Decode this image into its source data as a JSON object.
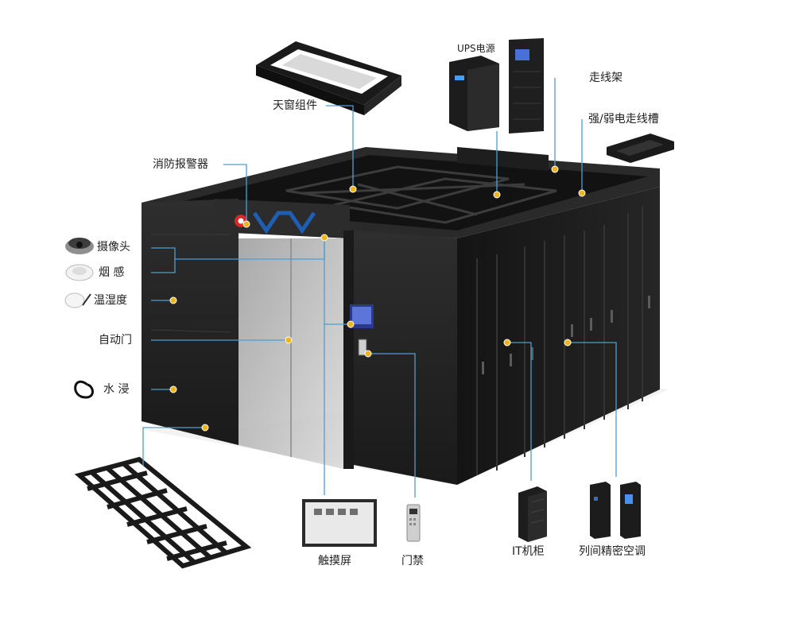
{
  "labels": {
    "ups": "UPS电源",
    "cable_tray": "走线架",
    "skylight": "天窗组件",
    "trunking": "强/弱电走线槽",
    "fire_alarm": "消防报警器",
    "camera": "摄像头",
    "smoke": "烟 感",
    "temp_humidity": "温湿度",
    "auto_door": "自动门",
    "water_leak": "水 浸",
    "touchscreen": "触摸屏",
    "access_control": "门禁",
    "it_cabinet": "IT机柜",
    "inrow_ac": "列间精密空调"
  },
  "colors": {
    "callout_line": "#4a9fd6",
    "callout_dot": "#f0b41c",
    "cabinet_dark": "#1c1c1c",
    "cabinet_face": "#262626",
    "brand_red": "#d92626",
    "brand_blue": "#1f5fb3"
  }
}
